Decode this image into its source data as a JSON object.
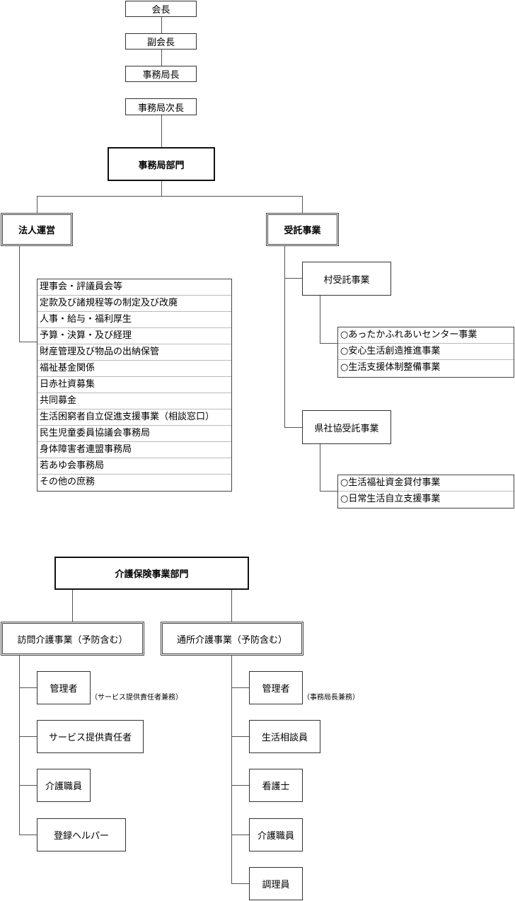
{
  "top_chain": {
    "chairman": "会長",
    "vice_chairman": "副会長",
    "secretary_general": "事務局長",
    "deputy_secretary_general": "事務局次長"
  },
  "secretariat": {
    "title": "事務局部門",
    "corporate": {
      "title": "法人運営",
      "items": [
        "理事会・評議員会等",
        "定款及び諸規程等の制定及び改廃",
        "人事・給与・福利厚生",
        "予算・決算・及び経理",
        "財産管理及び物品の出納保管",
        "福祉基金関係",
        "日赤社資募集",
        "共同募金",
        "生活困窮者自立促進支援事業（相談窓口）",
        "民生児童委員協議会事務局",
        "身体障害者連盟事務局",
        "若あゆ会事務局",
        "その他の庶務"
      ]
    },
    "contracted": {
      "title": "受託事業",
      "village": {
        "title": "村受託事業",
        "items": [
          "○あったかふれあいセンター事業",
          "○安心生活創造推進事業",
          "○生活支援体制整備事業"
        ]
      },
      "prefecture": {
        "title": "県社協受託事業",
        "items": [
          "○生活福祉資金貸付事業",
          "○日常生活自立支援事業"
        ]
      }
    }
  },
  "care_insurance": {
    "title": "介護保険事業部門",
    "home_visit": {
      "title": "訪問介護事業（予防含む）",
      "staff": [
        "管理者",
        "サービス提供責任者",
        "介護職員",
        "登録ヘルパー"
      ],
      "manager_note": "（サービス提供責任者兼務）"
    },
    "day_service": {
      "title": "通所介護事業（予防含む）",
      "staff": [
        "管理者",
        "生活相談員",
        "看護士",
        "介護職員",
        "調理員"
      ],
      "manager_note": "（事務局長兼務）"
    }
  }
}
